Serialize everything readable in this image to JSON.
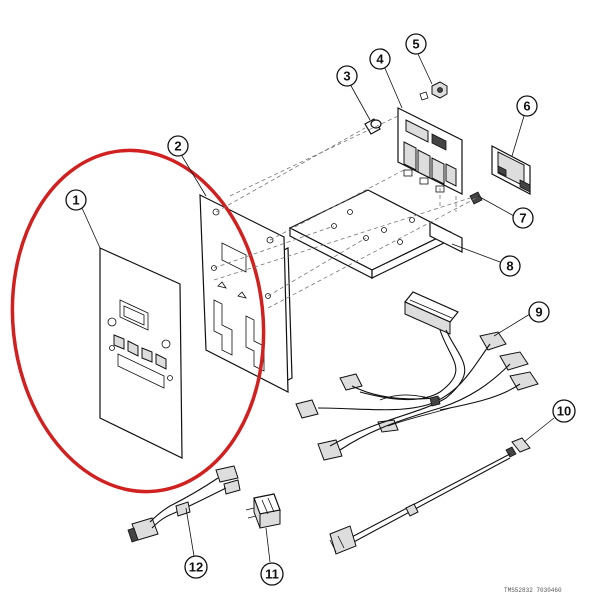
{
  "callouts": [
    "1",
    "2",
    "3",
    "4",
    "5",
    "6",
    "7",
    "8",
    "9",
    "10",
    "11",
    "12"
  ],
  "reference_code": "TMS52832 7030460",
  "colors": {
    "highlight_ellipse": "#d0201f",
    "line": "#111111"
  }
}
